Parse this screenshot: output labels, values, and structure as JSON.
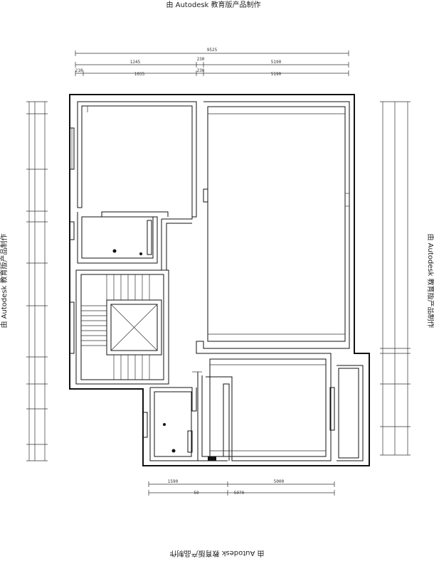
{
  "watermark": {
    "top": "由 Autodesk 教育版产品制作",
    "bottom": "由 Autodesk 教育版产品制作",
    "left": "由 Autodesk 教育版产品制作",
    "right": "由 Autodesk 教育版产品制作"
  },
  "dimensions": {
    "top_overall": "9525",
    "top_row2": [
      "1245",
      "230",
      "5190"
    ],
    "top_row3": [
      "210",
      "1035",
      "230",
      "5190"
    ],
    "bottom_row1": [
      "1590",
      "5000"
    ],
    "bottom_row2": [
      "50",
      "5070"
    ]
  }
}
